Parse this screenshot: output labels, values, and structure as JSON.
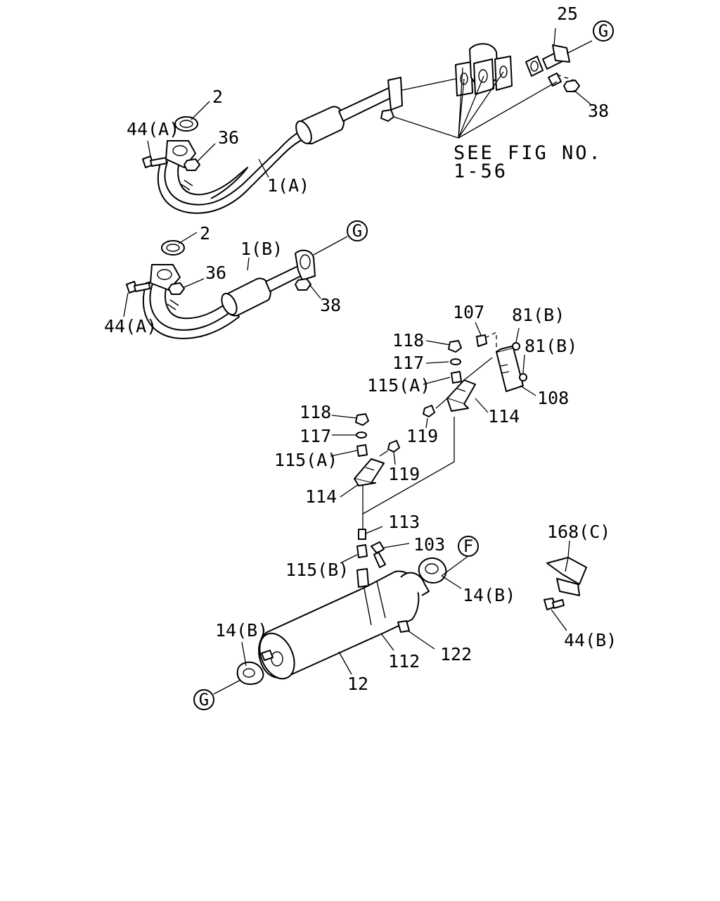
{
  "labels": {
    "p25": "25",
    "p2_top": "2",
    "p44a_top": "44(A)",
    "p36_top": "36",
    "p1a": "1(A)",
    "p38_top": "38",
    "see_fig_line1": "SEE FIG NO.",
    "see_fig_line2": "1-56",
    "p2_mid": "2",
    "p1b": "1(B)",
    "p36_mid": "36",
    "p38_mid": "38",
    "p44a_mid": "44(A)",
    "p107": "107",
    "p81b_1": "81(B)",
    "p81b_2": "81(B)",
    "p118_1": "118",
    "p117_1": "117",
    "p115a_1": "115(A)",
    "p108": "108",
    "p114_1": "114",
    "p119_1": "119",
    "p118_2": "118",
    "p117_2": "117",
    "p115a_2": "115(A)",
    "p119_2": "119",
    "p114_2": "114",
    "p113": "113",
    "p103": "103",
    "p115b": "115(B)",
    "p14b_right": "14(B)",
    "p168c": "168(C)",
    "p44b": "44(B)",
    "p14b_left": "14(B)",
    "p112": "112",
    "p122": "122",
    "p12": "12"
  },
  "connectors": {
    "g_top": "G",
    "g_mid": "G",
    "g_bottom": "G",
    "f_right": "F"
  },
  "colors": {
    "line": "#000000",
    "background": "#ffffff"
  }
}
